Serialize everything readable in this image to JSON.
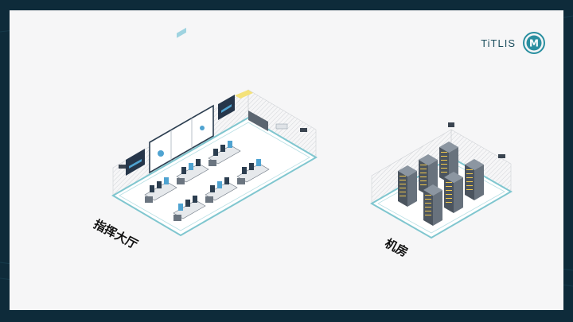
{
  "brand": {
    "name": "TiTLIS",
    "logo_letter": "M",
    "accent": "#2a8fa0"
  },
  "rooms": [
    {
      "label": "指挥大厅",
      "icon": "command-hall-icon"
    },
    {
      "label": "机房",
      "icon": "server-room-icon"
    }
  ],
  "colors": {
    "frame": "#0e2b3a",
    "slide": "#f6f6f7",
    "floor_edge": "#7fc6cf",
    "rack": "#5b6570"
  }
}
